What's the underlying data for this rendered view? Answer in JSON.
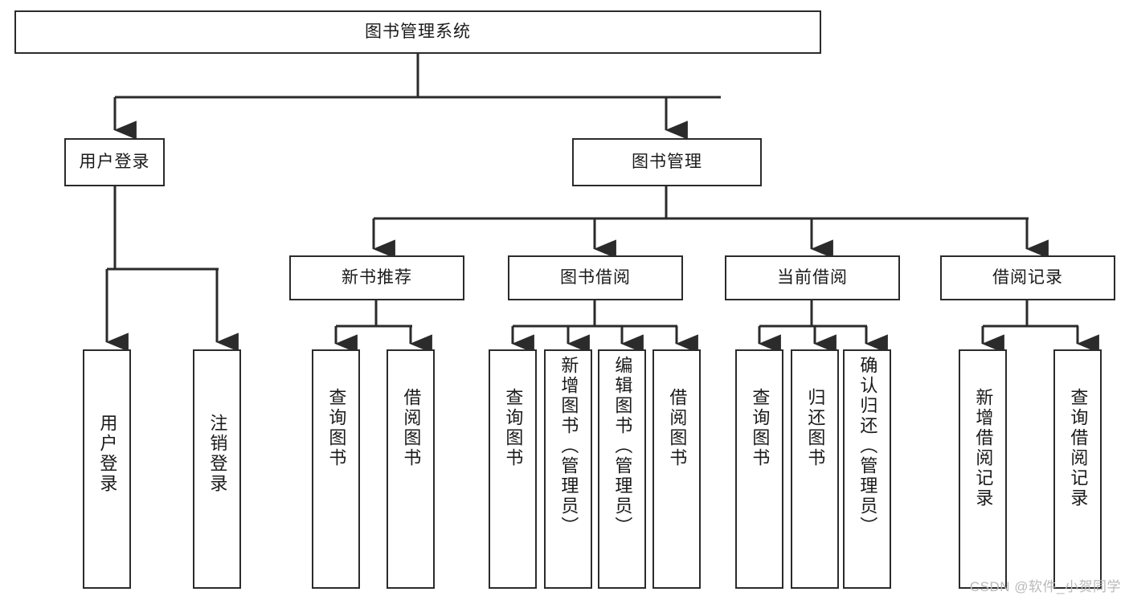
{
  "diagram": {
    "type": "tree",
    "title": "图书管理系统",
    "stroke_color": "#2b2b2b",
    "fill_color": "#ffffff",
    "text_color": "#1a1a1a",
    "root": {
      "label": "图书管理系统"
    },
    "level2": [
      {
        "label": "用户登录"
      },
      {
        "label": "图书管理"
      }
    ],
    "level3": [
      {
        "label": "新书推荐"
      },
      {
        "label": "图书借阅"
      },
      {
        "label": "当前借阅"
      },
      {
        "label": "借阅记录"
      }
    ],
    "leaves": {
      "user_login": [
        {
          "label": "用户登录"
        },
        {
          "label": "注销登录"
        }
      ],
      "new_book_recommend": [
        {
          "label": "查询图书"
        },
        {
          "label": "借阅图书"
        }
      ],
      "book_borrow": [
        {
          "label": "查询图书"
        },
        {
          "label": "新增图书（管理员）"
        },
        {
          "label": "编辑图书（管理员）"
        },
        {
          "label": "借阅图书"
        }
      ],
      "current_borrow": [
        {
          "label": "查询图书"
        },
        {
          "label": "归还图书"
        },
        {
          "label": "确认归还（管理员）"
        }
      ],
      "borrow_record": [
        {
          "label": "新增借阅记录"
        },
        {
          "label": "查询借阅记录"
        }
      ]
    }
  },
  "watermark": {
    "text": "CSDN @软件_小贺同学"
  }
}
